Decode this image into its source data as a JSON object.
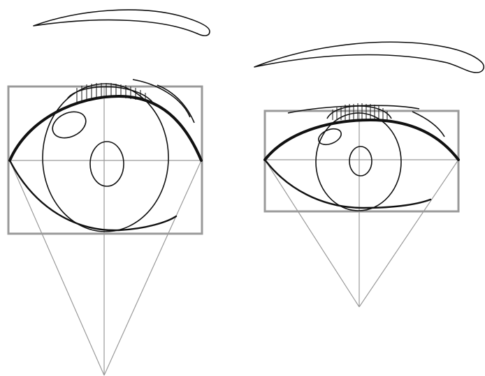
{
  "colors": {
    "background": "#ffffff",
    "ink": "#111111",
    "guide": "#9a9a9a",
    "frame": "#9a9a9a"
  },
  "figures": [
    {
      "id": "front-eye",
      "view": "front"
    },
    {
      "id": "three-quarter-eye",
      "view": "three-quarter"
    }
  ]
}
